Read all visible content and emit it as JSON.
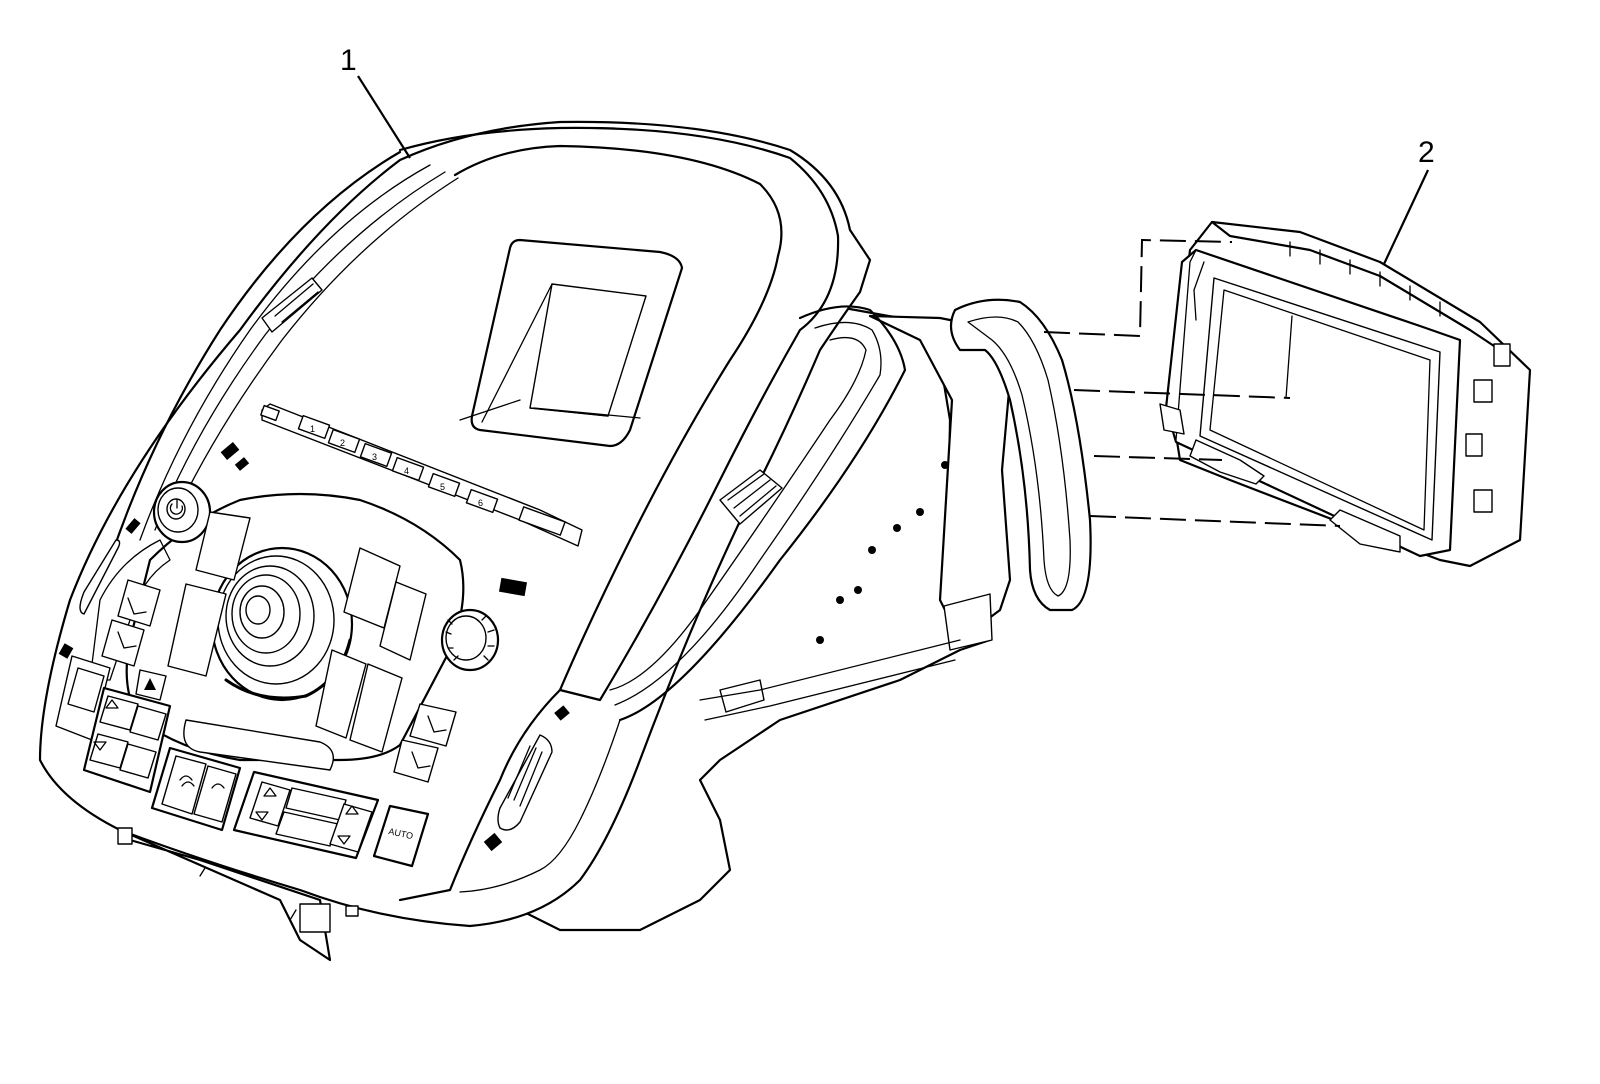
{
  "callouts": [
    {
      "id": "1",
      "label": "1"
    },
    {
      "id": "2",
      "label": "2"
    }
  ],
  "button_glyphs": {
    "auto_label": "AUTO"
  },
  "preset_numbers": [
    "1",
    "2",
    "3",
    "4",
    "5",
    "6"
  ],
  "colors": {
    "ink": "#000000",
    "paper": "#ffffff"
  }
}
